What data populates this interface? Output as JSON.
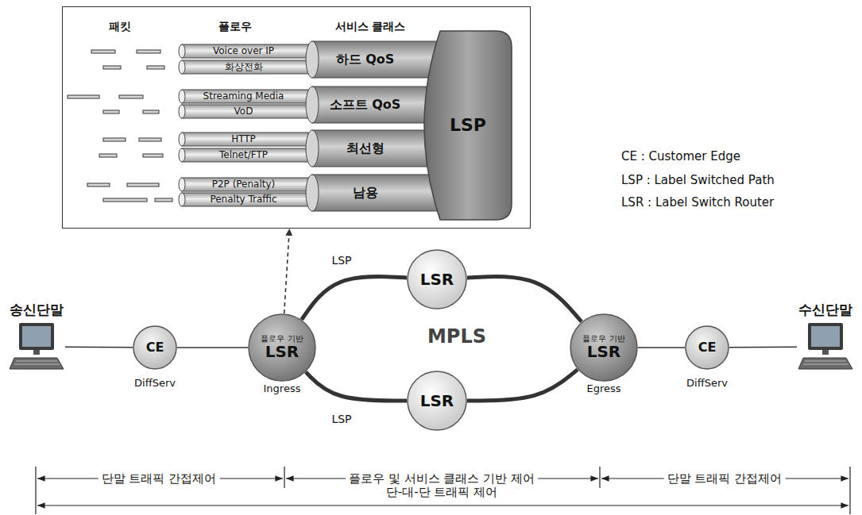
{
  "diagram": {
    "nodes": [
      {
        "text": [
          "패킷",
          "플로우",
          "서비스 클래스"
        ]
      },
      {
        "text": [
          "Voice over IP"
        ],
        "in": 0
      },
      {
        "text": [
          "화상전화"
        ],
        "in": 0
      },
      {
        "text": [
          "하드 QoS"
        ],
        "in": 0
      },
      {
        "text": [
          "Streaming Media"
        ],
        "in": 0
      },
      {
        "text": [
          "VoD"
        ],
        "in": 0
      },
      {
        "text": [
          "소프트 QoS"
        ],
        "in": 0
      },
      {
        "text": [
          "HTTP"
        ],
        "in": 0
      },
      {
        "text": [
          "Telnet/FTP"
        ],
        "in": 0
      },
      {
        "text": [
          "최선형"
        ],
        "in": 0
      },
      {
        "text": [
          "P2P (Penalty)"
        ],
        "in": 0
      },
      {
        "text": [
          "Penalty Traffic"
        ],
        "in": 0
      },
      {
        "text": [
          "남용"
        ],
        "in": 0
      },
      {
        "text": [
          "LSP"
        ],
        "in": 0
      },
      {
        "text": [
          "송신단말"
        ]
      },
      {
        "text": [
          "CE",
          "DiffServ"
        ]
      },
      {
        "text": [
          "플로우 기반",
          "LSR",
          "Ingress"
        ]
      },
      {
        "text": [
          "MPLS"
        ]
      },
      {
        "text": [
          "LSR"
        ],
        "in": 17
      },
      {
        "text": [
          "LSR"
        ],
        "in": 17
      },
      {
        "text": [
          "플로우 기반",
          "LSR",
          "Egress"
        ]
      },
      {
        "text": [
          "CE",
          "DiffServ"
        ]
      },
      {
        "text": [
          "수신단말"
        ]
      }
    ],
    "edges": [
      {
        "from": 16,
        "to": 0,
        "arrow": "to"
      },
      {
        "from": 14,
        "to": 15,
        "arrow": "none"
      },
      {
        "from": 15,
        "to": 16,
        "arrow": "none"
      },
      {
        "from": 16,
        "to": 18,
        "arrow": "none",
        "label": "LSP"
      },
      {
        "from": 18,
        "to": 20,
        "arrow": "none"
      },
      {
        "from": 16,
        "to": 19,
        "arrow": "none",
        "label": "LSP"
      },
      {
        "from": 19,
        "to": 20,
        "arrow": "none"
      },
      {
        "from": 20,
        "to": 21,
        "arrow": "none"
      },
      {
        "from": 21,
        "to": 22,
        "arrow": "none"
      }
    ],
    "labels": [
      "CE : Customer Edge",
      "LSP : Label Switched Path",
      "LSR : Label Switch Router",
      "단말 트래픽 간접제어",
      "플로우 및 서비스 클래스 기반 제어",
      "단말 트래픽 간접제어",
      "단-대-단 트래픽 제어"
    ]
  }
}
